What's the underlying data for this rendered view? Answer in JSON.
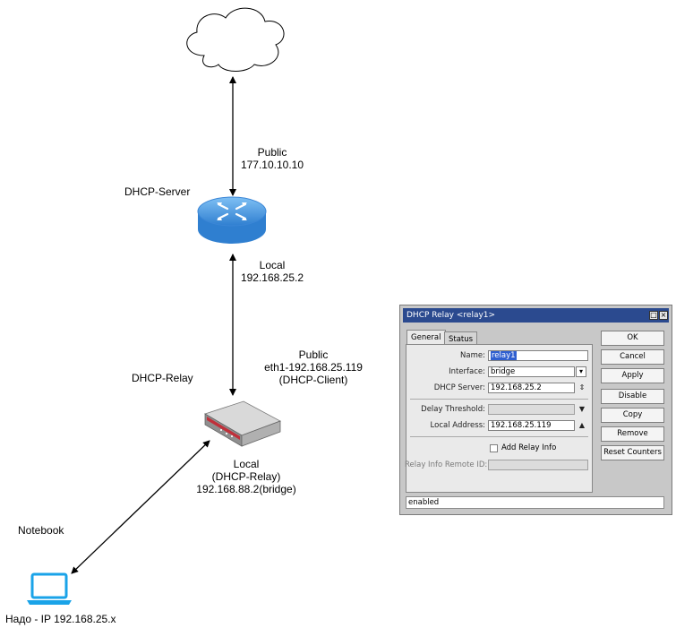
{
  "diagram": {
    "dhcp_server_label": "DHCP-Server",
    "public_label": "Public",
    "public_ip": "177.10.10.10",
    "local_label": "Local",
    "local_ip": "192.168.25.2",
    "dhcp_relay_label": "DHCP-Relay",
    "relay_public_label": "Public",
    "relay_public_eth": "eth1-192.168.25.119",
    "relay_public_mode": "(DHCP-Client)",
    "relay_local_label": "Local",
    "relay_local_mode": "(DHCP-Relay)",
    "relay_local_ip": "192.168.88.2(bridge)",
    "notebook_label": "Notebook",
    "notebook_note": "Надо  - IP 192.168.25.x",
    "icons": [
      "cloud-icon",
      "router-icon",
      "relay-device-icon",
      "laptop-icon"
    ],
    "colors": {
      "router": "#4a9be6",
      "laptop": "#1aa3e8",
      "device_accent": "#c0303a",
      "arrow": "#000000"
    }
  },
  "dialog": {
    "title": "DHCP Relay <relay1>",
    "tabs": [
      "General",
      "Status"
    ],
    "active_tab": "General",
    "fields": {
      "name_label": "Name:",
      "name_value": "relay1",
      "interface_label": "Interface:",
      "interface_value": "bridge",
      "dhcp_server_label": "DHCP Server:",
      "dhcp_server_value": "192.168.25.2",
      "delay_threshold_label": "Delay Threshold:",
      "delay_threshold_value": "",
      "local_address_label": "Local Address:",
      "local_address_value": "192.168.25.119",
      "add_relay_info_label": "Add Relay Info",
      "relay_info_remote_id_label": "Relay Info Remote ID:",
      "relay_info_remote_id_value": ""
    },
    "buttons": [
      "OK",
      "Cancel",
      "Apply",
      "Disable",
      "Copy",
      "Remove",
      "Reset Counters"
    ],
    "status_text": "enabled",
    "colors": {
      "titlebar": "#2b4a8f",
      "background": "#c8c8c8",
      "selection": "#2f5fd0"
    }
  }
}
